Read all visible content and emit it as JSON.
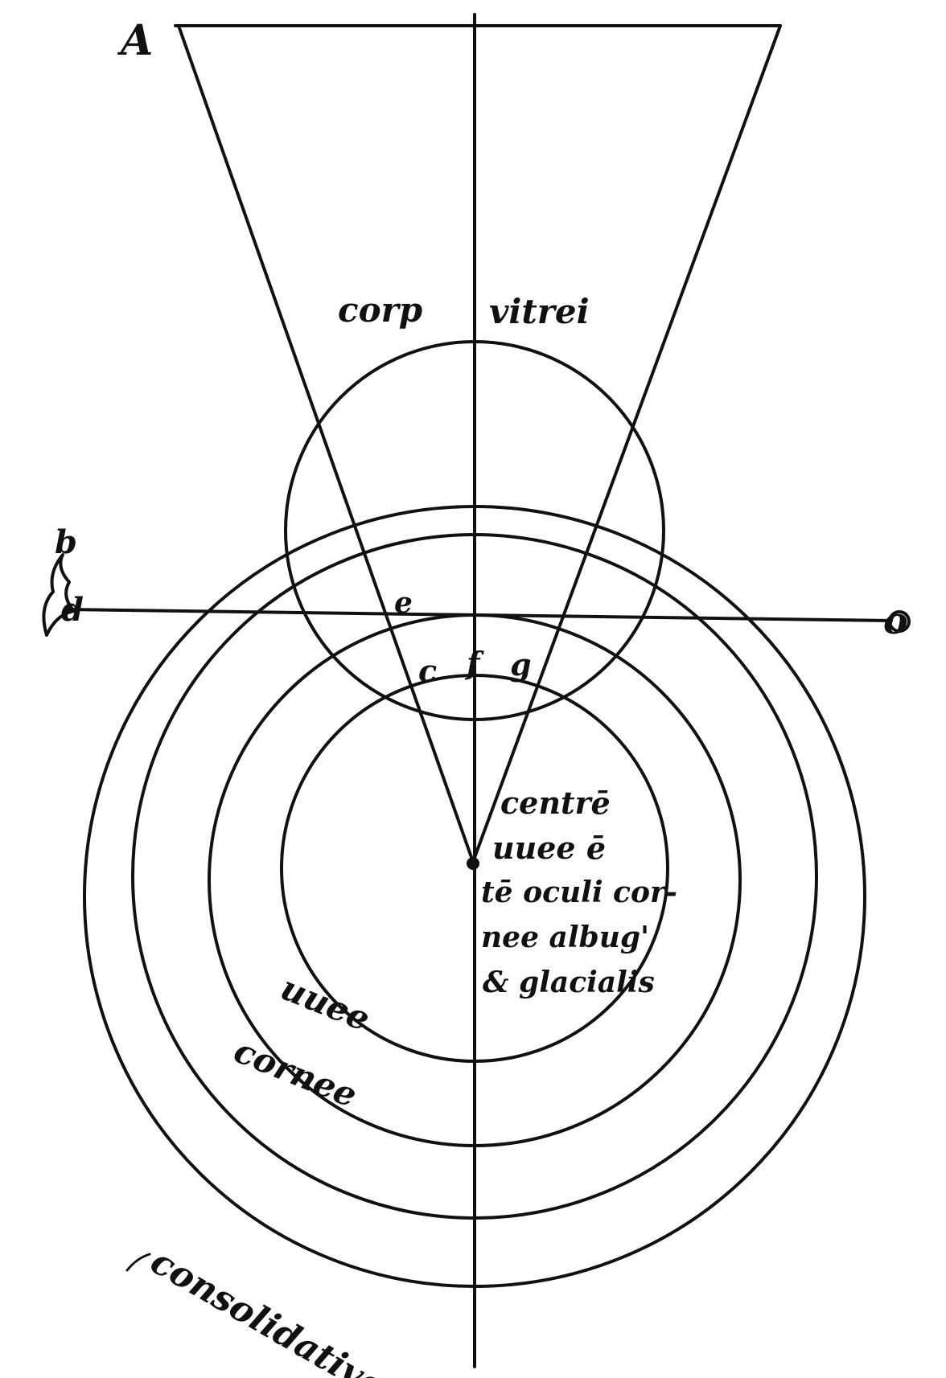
{
  "points": {
    "a": "A",
    "b": "b",
    "o": "o",
    "d": "d",
    "e": "e",
    "c": "c",
    "f": "f",
    "g": "g"
  },
  "labels": {
    "corpus_left": "corp",
    "vitrei": "vitrei",
    "centrum": [
      "centrē",
      "uuee ē",
      "tē oculi cor-",
      "nee albug'",
      "& glacialis"
    ],
    "uuee": "uuee",
    "cornee": "cornee",
    "consolidative": "consolidative"
  },
  "colors": {
    "ink": "#111111",
    "paper": "#ffffff"
  }
}
